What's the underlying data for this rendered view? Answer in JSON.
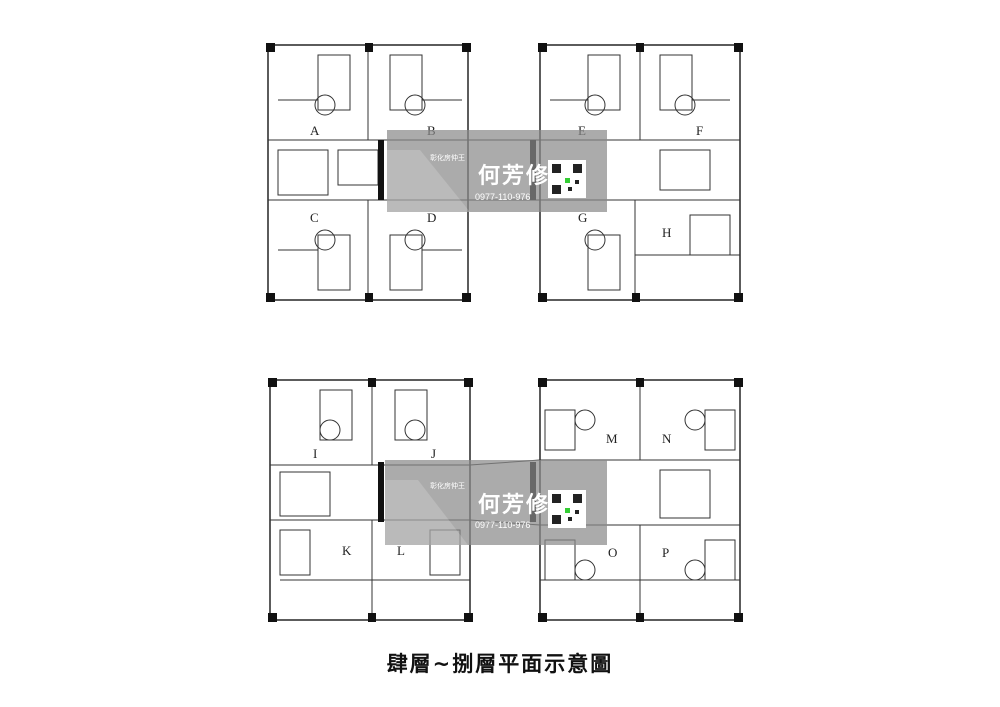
{
  "caption": "肆層~捌層平面示意圖",
  "units_upper": [
    "A",
    "B",
    "C",
    "D",
    "E",
    "F",
    "G",
    "H"
  ],
  "units_lower": [
    "I",
    "J",
    "K",
    "L",
    "M",
    "N",
    "O",
    "P"
  ],
  "watermark": {
    "agency": "彰化房仲王",
    "name": "何芳修",
    "phone": "0977-110-976"
  },
  "colors": {
    "line": "#333333",
    "wall": "#111111",
    "watermark": "#8a8a8a"
  }
}
